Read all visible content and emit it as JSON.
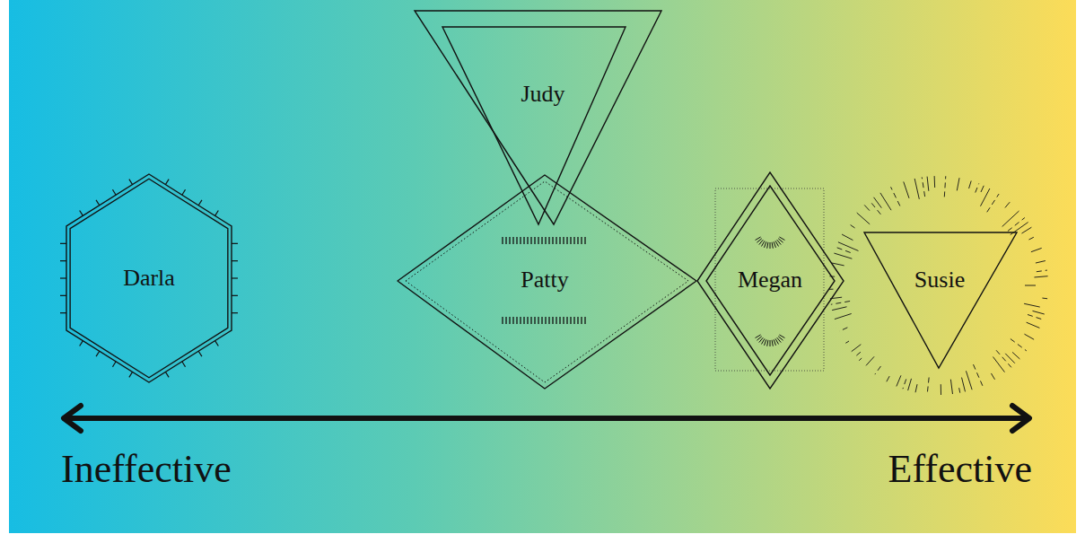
{
  "diagram": {
    "nodes": [
      {
        "text": [
          "Darla"
        ]
      },
      {
        "text": [
          "Judy"
        ]
      },
      {
        "text": [
          "Patty"
        ]
      },
      {
        "text": [
          "Megan"
        ]
      },
      {
        "text": [
          "Susie"
        ]
      }
    ],
    "labels": [
      "Ineffective",
      "Effective"
    ]
  }
}
